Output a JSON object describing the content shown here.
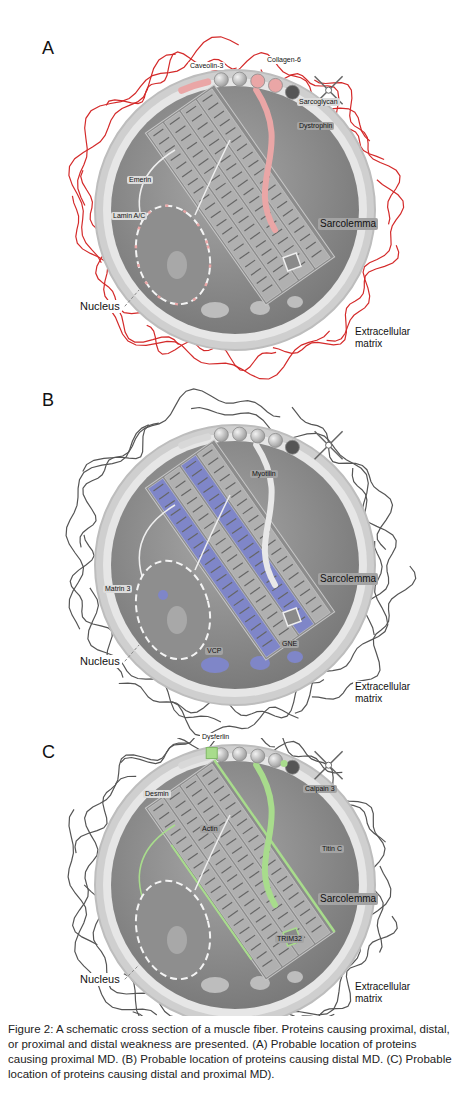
{
  "diagram": {
    "caption": "Figure 2: A schematic cross section of a muscle fiber. Proteins causing proximal, distal, or proximal and distal weakness are presented. (A) Probable location of proteins causing proximal MD. (B) Probable location of proteins causing distal MD. (C) Probable location of proteins causing distal and proximal MD).",
    "labels": [
      "A",
      "Caveolin-3",
      "Sarcoglycan",
      "Dystrophin",
      "Emerin",
      "Lamin A/C",
      "Nucleus",
      "Sarcolemma",
      "Extracellular matrix",
      "Collagen-6",
      "B",
      "Myotilin",
      "Matrin 3",
      "Nucleus",
      "Sarcolemma",
      "VCP",
      "GNE",
      "Extracellular matrix",
      "C",
      "Dysferlin",
      "Desmin",
      "Actin",
      "Calpain 3",
      "Titin C",
      "TRIM32",
      "Nucleus",
      "Sarcolemma",
      "Extracellular matrix"
    ]
  }
}
